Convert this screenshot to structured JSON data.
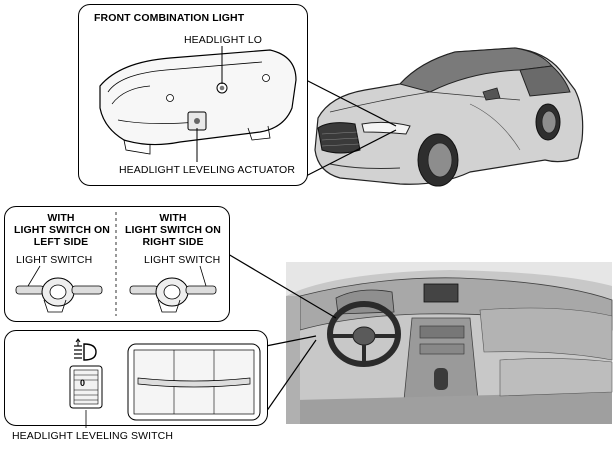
{
  "front_combination_light": {
    "title": "FRONT COMBINATION LIGHT",
    "headlight_lo": "HEADLIGHT LO",
    "actuator": "HEADLIGHT LEVELING ACTUATOR"
  },
  "light_switch_panel": {
    "left_heading_1": "WITH",
    "left_heading_2": "LIGHT SWITCH ON",
    "left_heading_3": "LEFT SIDE",
    "right_heading_1": "WITH",
    "right_heading_2": "LIGHT SWITCH ON",
    "right_heading_3": "RIGHT SIDE",
    "left_switch_label": "LIGHT SWITCH",
    "right_switch_label": "LIGHT SWITCH"
  },
  "leveling_switch_panel": {
    "switch_label": "HEADLIGHT LEVELING SWITCH",
    "dial_value": "0"
  }
}
